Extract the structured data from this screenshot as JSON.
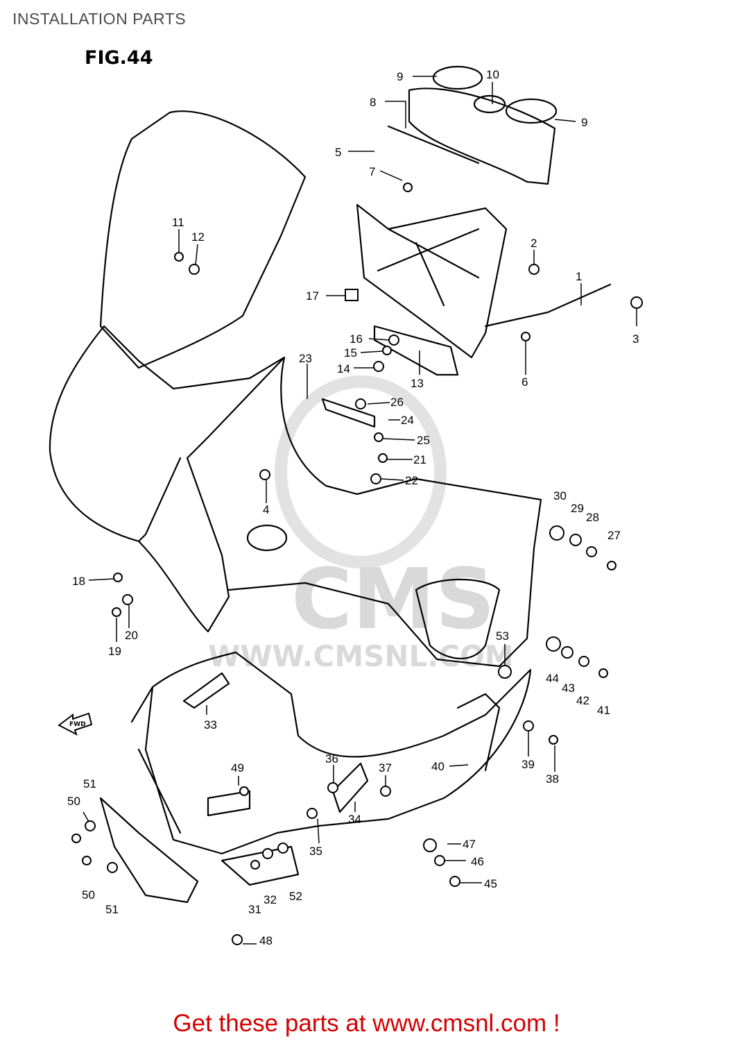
{
  "page": {
    "title": "INSTALLATION PARTS",
    "figure_label": "FIG.44",
    "footer_text": "Get these parts at www.cmsnl.com !"
  },
  "watermark": {
    "brand": "CMS",
    "url": "WWW.CMSNL.COM"
  },
  "direction_marker": "FWD",
  "callouts": [
    "1",
    "2",
    "3",
    "4",
    "5",
    "6",
    "7",
    "8",
    "9",
    "9",
    "10",
    "11",
    "12",
    "13",
    "14",
    "15",
    "16",
    "17",
    "18",
    "19",
    "20",
    "21",
    "22",
    "23",
    "24",
    "25",
    "26",
    "27",
    "28",
    "29",
    "30",
    "31",
    "32",
    "33",
    "34",
    "35",
    "36",
    "37",
    "38",
    "39",
    "40",
    "41",
    "42",
    "43",
    "44",
    "45",
    "46",
    "47",
    "48",
    "49",
    "50",
    "50",
    "51",
    "51",
    "52",
    "53"
  ]
}
